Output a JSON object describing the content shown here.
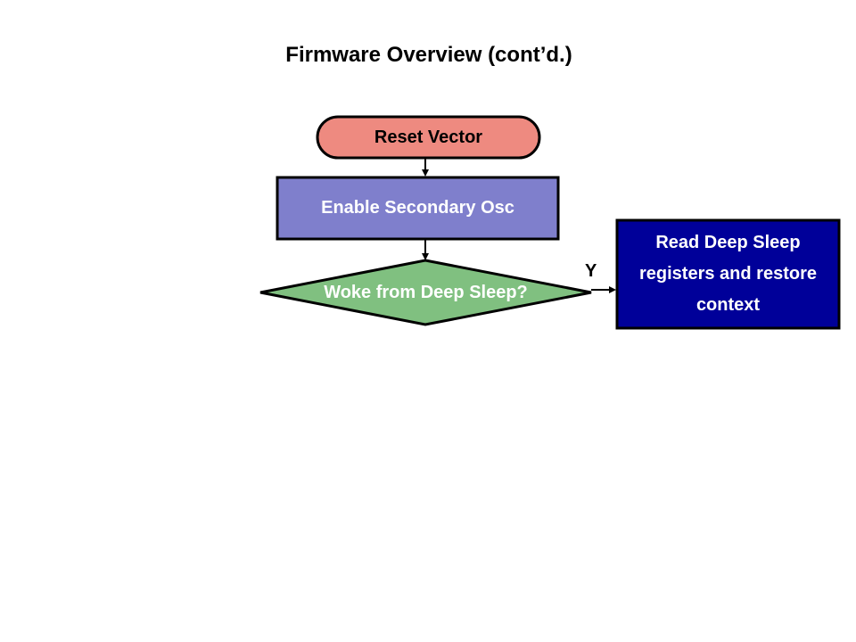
{
  "slide": {
    "title": "Firmware Overview (cont’d.)"
  },
  "flowchart": {
    "nodes": {
      "reset_vector": {
        "shape": "terminator",
        "label": "Reset Vector",
        "fill": "#ee8a80",
        "text_color": "#000000"
      },
      "enable_osc": {
        "shape": "process",
        "label": "Enable Secondary Osc",
        "fill": "#7f7fcc",
        "text_color": "#ffffff"
      },
      "woke_decision": {
        "shape": "decision",
        "label": "Woke from Deep Sleep?",
        "fill": "#80c080",
        "text_color": "#ffffff"
      },
      "restore_context": {
        "shape": "process",
        "label": "Read Deep Sleep registers and restore context",
        "fill": "#000099",
        "text_color": "#ffffff"
      }
    },
    "edges": [
      {
        "from": "reset_vector",
        "to": "enable_osc",
        "label": ""
      },
      {
        "from": "enable_osc",
        "to": "woke_decision",
        "label": ""
      },
      {
        "from": "woke_decision",
        "to": "restore_context",
        "label": "Y"
      }
    ],
    "stroke_color": "#000000"
  }
}
